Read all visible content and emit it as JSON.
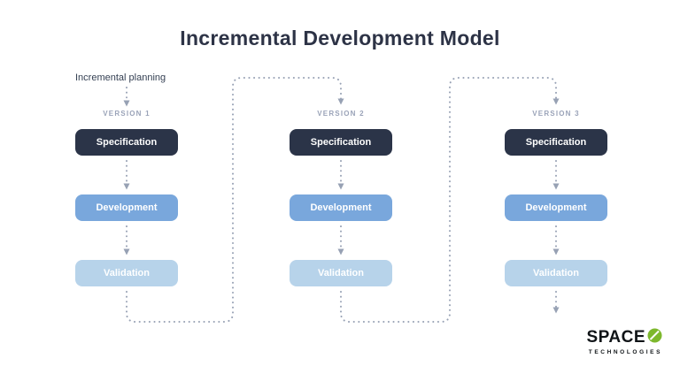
{
  "title": "Incremental Development Model",
  "planning_label": "Incremental planning",
  "columns": [
    {
      "version": "VERSION 1",
      "steps": {
        "specification": "Specification",
        "development": "Development",
        "validation": "Validation"
      }
    },
    {
      "version": "VERSION 2",
      "steps": {
        "specification": "Specification",
        "development": "Development",
        "validation": "Validation"
      }
    },
    {
      "version": "VERSION 3",
      "steps": {
        "specification": "Specification",
        "development": "Development",
        "validation": "Validation"
      }
    }
  ],
  "logo": {
    "brand": "SPACE",
    "subtitle": "TECHNOLOGIES"
  },
  "colors": {
    "specification-bg": "#2b3448",
    "development-bg": "#79a7dc",
    "validation-bg": "#b7d3ea",
    "connector": "#97a1b4",
    "version-label": "#9aa3b8",
    "title": "#2d3346",
    "logo-green": "#7db82d"
  }
}
